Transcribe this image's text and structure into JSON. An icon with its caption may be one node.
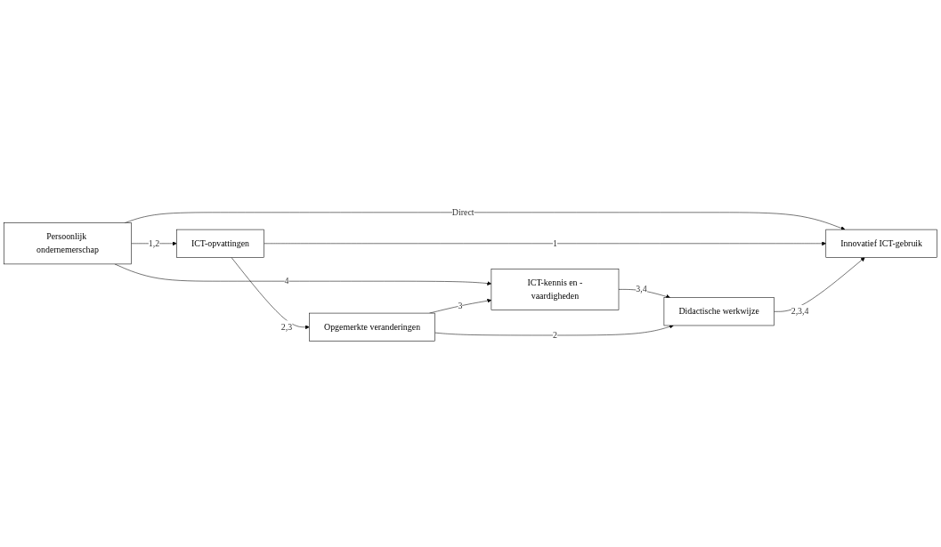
{
  "diagram": {
    "nodes": [
      {
        "text": [
          "ICT-opvattingen"
        ]
      },
      {
        "text": [
          "ICT-kennis en -vaardigheden"
        ]
      },
      {
        "text": [
          "Persoonlijk ondernemerschap"
        ]
      },
      {
        "text": [
          "Innovatief ICT-gebruik"
        ]
      },
      {
        "text": [
          "Opgemerkte veranderingen"
        ]
      },
      {
        "text": [
          "Didactische werkwijze"
        ]
      }
    ],
    "edges": [
      {
        "from": 2,
        "to": 0,
        "arrow": "to",
        "label": "1,2"
      },
      {
        "from": 2,
        "to": 1,
        "arrow": "to",
        "label": "4"
      },
      {
        "from": 2,
        "to": 3,
        "arrow": "to",
        "label": "Direct"
      },
      {
        "from": 0,
        "to": 3,
        "arrow": "to",
        "label": "1"
      },
      {
        "from": 0,
        "to": 4,
        "arrow": "to",
        "label": "2,3"
      },
      {
        "from": 4,
        "to": 1,
        "arrow": "to",
        "label": "3"
      },
      {
        "from": 1,
        "to": 5,
        "arrow": "to",
        "label": "3,4"
      },
      {
        "from": 4,
        "to": 5,
        "arrow": "to",
        "label": "2"
      },
      {
        "from": 5,
        "to": 3,
        "arrow": "to",
        "label": "2,3,4"
      }
    ]
  }
}
